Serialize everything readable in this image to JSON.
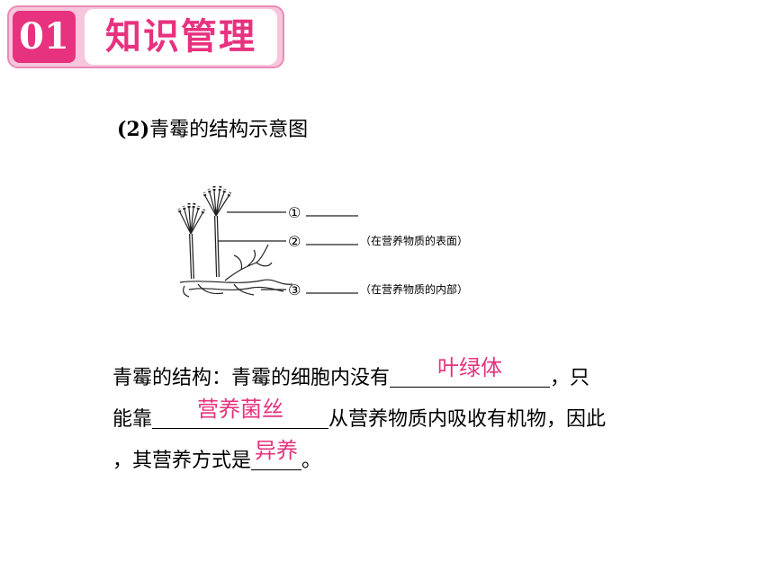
{
  "header": {
    "number": "01",
    "title": "知识管理"
  },
  "subheading": {
    "number": "(2)",
    "text": "青霉的结构示意图"
  },
  "diagram": {
    "labels": [
      {
        "marker": "①",
        "note": ""
      },
      {
        "marker": "②",
        "note": "（在营养物质的表面）"
      },
      {
        "marker": "③",
        "note": "（在营养物质的内部）"
      }
    ]
  },
  "paragraph": {
    "line1_a": "青霉的结构：青霉的细胞内没有",
    "answer1": "叶绿体",
    "line1_b": "，只",
    "line2_a": "能靠",
    "answer2": "营养菌丝",
    "line2_b": "从营养物质内吸收有机物，因此",
    "line3_a": "，其营养方式是",
    "answer3": "异养",
    "line3_b": "。"
  },
  "colors": {
    "accent": "#e7327f",
    "header_bg": "#f7c6dc",
    "header_border": "#e98bb7"
  }
}
